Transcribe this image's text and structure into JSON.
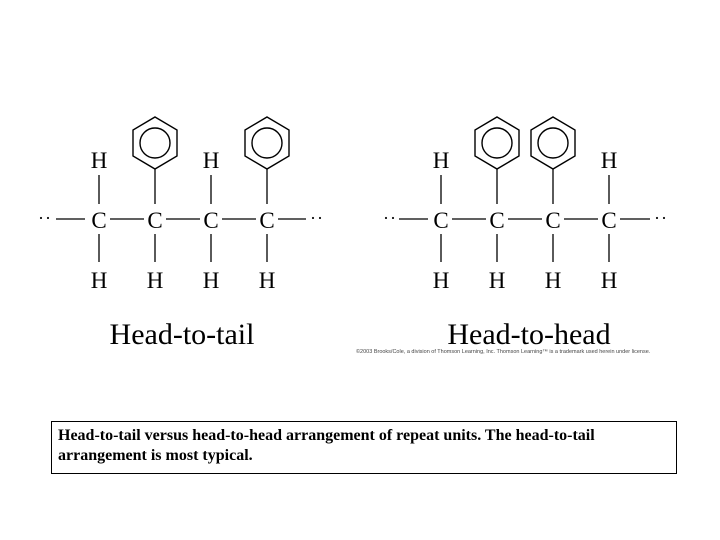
{
  "structures": [
    {
      "label": "Head-to-tail",
      "backbone": [
        "C",
        "C",
        "C",
        "C"
      ],
      "top": [
        "H",
        "phenyl",
        "H",
        "phenyl"
      ],
      "bottom": [
        "H",
        "H",
        "H",
        "H"
      ],
      "left_end": "··",
      "right_end": "··"
    },
    {
      "label": "Head-to-head",
      "backbone": [
        "C",
        "C",
        "C",
        "C"
      ],
      "top": [
        "H",
        "phenyl",
        "phenyl",
        "H"
      ],
      "bottom": [
        "H",
        "H",
        "H",
        "H"
      ],
      "left_end": "··",
      "right_end": "··"
    }
  ],
  "copyright": "©2003 Brooks/Cole, a division of Thomson Learning, Inc. Thomson Learning™ is a trademark used herein under license.",
  "caption": "Head-to-tail versus head-to-head arrangement of repeat units. The head-to-tail arrangement is most typical."
}
